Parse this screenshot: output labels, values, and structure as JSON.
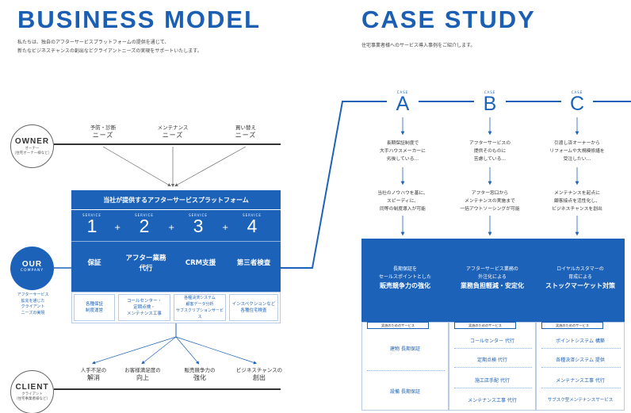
{
  "left": {
    "title": "BUSINESS MODEL",
    "intro": [
      "私たちは、独自のアフターサービスプラットフォームの提供を通じて、",
      "新たなビジネスチャンスの創出などクライアントニーズの実現をサポートいたします。"
    ],
    "owner": {
      "title": "OWNER",
      "sub1": "オーナー",
      "sub2": "（住宅オーナー様など）"
    },
    "needs": [
      {
        "small": "予防・診断",
        "big": "ニーズ"
      },
      {
        "small": "メンテナンス",
        "big": "ニーズ"
      },
      {
        "small": "買い替え",
        "big": "ニーズ"
      }
    ],
    "platform_title": "当社が提供するアフターサービスプラットフォーム",
    "service_label": "SERVICE",
    "numbers": [
      "1",
      "2",
      "3",
      "4"
    ],
    "plus": "+",
    "service_names": [
      "保証",
      "アフター業務\n代行",
      "CRM支援",
      "第三者検査"
    ],
    "service_details": [
      "各種保証\n制度運営",
      "コールセンター・\n定期点検・\nメンテナンス工事",
      "各種決済システム\n顧客データ分析\nサブスクリプションサービス",
      "インスペクションなど\n各種住宅検査"
    ],
    "company": {
      "title": "OUR",
      "sub": "COMPANY"
    },
    "company_note": "アフターサービス\n拡充を通じた\nクライアント\nニーズの実現",
    "results": [
      {
        "small": "人手不足の",
        "big": "解消"
      },
      {
        "small": "お客様満足度の",
        "big": "向上"
      },
      {
        "small": "販売競争力の",
        "big": "強化"
      },
      {
        "small": "ビジネスチャンスの",
        "big": "創出"
      }
    ],
    "client": {
      "title": "CLIENT",
      "sub1": "クライアント",
      "sub2": "（住宅事業者様など）"
    }
  },
  "right": {
    "title": "CASE STUDY",
    "intro": "住宅事業者様へのサービス導入事例をご紹介します。",
    "case_label": "CASE",
    "cases": [
      {
        "letter": "A",
        "problem": "長期保証制度で\n大手ハウスメーカーに\n劣後している…",
        "solution": "当社のノウハウを基に、\nスピーディに、\n同等の制度導入が可能",
        "result_small": "長期保証を\nセールスポイントとした",
        "result_big": "販売競争力の強化",
        "tag": "実施のためのサービス",
        "services": [
          "建物 長期保証",
          "設備 長期保証"
        ]
      },
      {
        "letter": "B",
        "problem": "アフターサービスの\n提供そのものに\n苦慮している…",
        "solution": "アフター窓口から\nメンテナンスの実施まで\n一括アウトソーシングが可能",
        "result_small": "アフターサービス業務の\n外注化による",
        "result_big": "業務負担軽減・安定化",
        "tag": "実施のためのサービス",
        "services": [
          "コールセンター 代行",
          "定期点検 代行",
          "施工店手配 代行",
          "メンテナンス工事 代行"
        ]
      },
      {
        "letter": "C",
        "problem": "引渡し済オーナーから\nリフォームや大規模修繕を\n受注したい…",
        "solution": "メンテナンスを起点に\n顧客接点を活性化し、\nビジネスチャンスを創出",
        "result_small": "ロイヤルカスタマーの\n育成による",
        "result_big": "ストックマーケット対策",
        "tag": "実施のためのサービス",
        "services": [
          "ポイントシステム 構築",
          "各種決済システム 提供",
          "メンテナンス工事 代行",
          "サブスク型メンテナンスサービス"
        ]
      }
    ]
  },
  "colors": {
    "brand_blue": "#1c62b9",
    "light_border": "#b9cbe6"
  }
}
